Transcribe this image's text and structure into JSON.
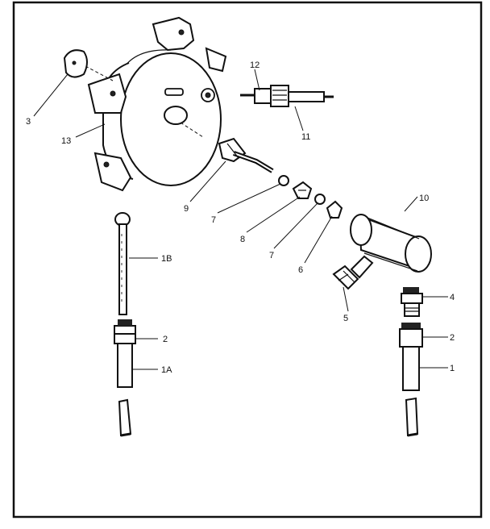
{
  "labels": {
    "l1": "1",
    "l1a": "1A",
    "l1b": "1B",
    "l2a": "2",
    "l2b": "2",
    "l3": "3",
    "l4": "4",
    "l5": "5",
    "l6": "6",
    "l7a": "7",
    "l7b": "7",
    "l8": "8",
    "l9": "9",
    "l10": "10",
    "l11": "11",
    "l12": "12",
    "l13": "13"
  }
}
